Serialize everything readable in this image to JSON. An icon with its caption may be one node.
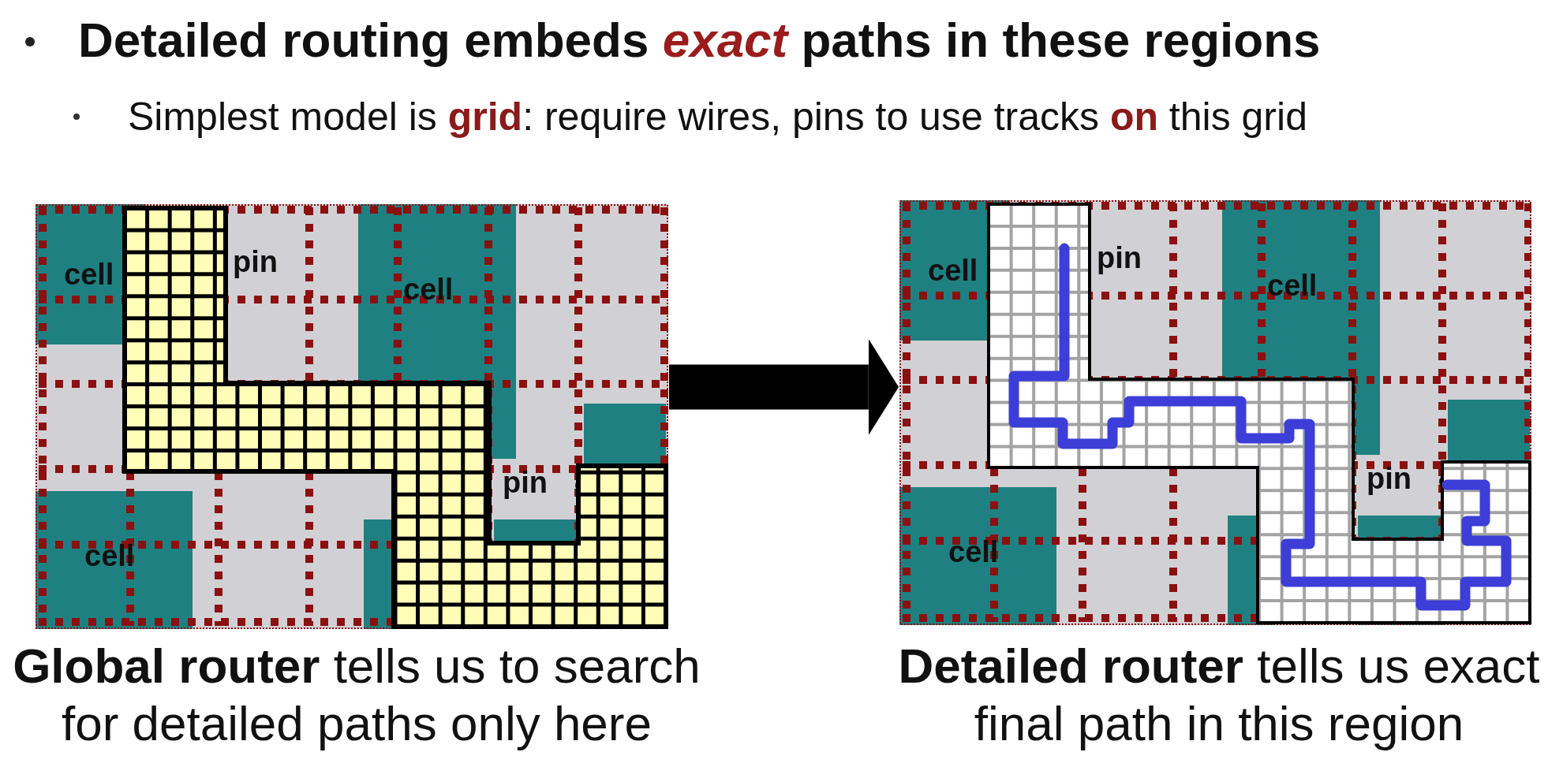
{
  "diagram": {
    "title": "Detailed routing embeds *exact* paths in these regions",
    "nodes": [
      {
        "text": [],
        "shape": "picture",
        "beside": [
          "**Global router** tells us to search for detailed paths only here"
        ]
      },
      {
        "text": [],
        "shape": "picture",
        "beside": [
          "**Detailed router** tells us exact final path in this region"
        ]
      }
    ],
    "edges": [
      {
        "from": 0,
        "to": 1,
        "arrow": "to"
      }
    ],
    "labels": [
      "Simplest model is **grid**: require wires, pins to use tracks **on** this grid",
      "cell",
      "pin",
      "cell",
      "pin",
      "cell",
      "cell",
      "pin",
      "cell",
      "pin",
      "cell"
    ]
  }
}
